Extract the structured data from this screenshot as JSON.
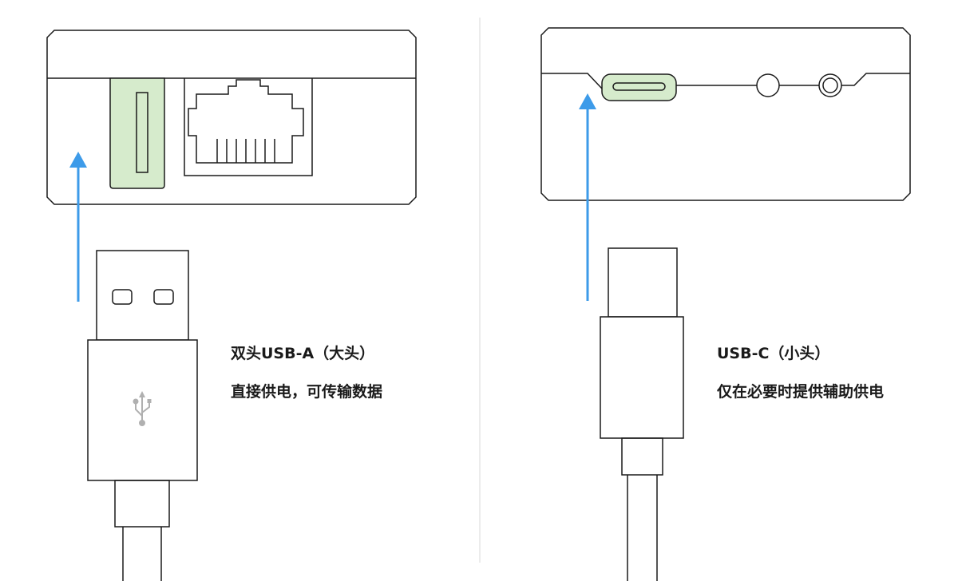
{
  "left_panel": {
    "title": "双头USB-A（大头）",
    "desc": "直接供电，可传输数据",
    "connector_icon": "usb-symbol-icon"
  },
  "right_panel": {
    "title": "USB-C（小头）",
    "desc": "仅在必要时提供辅助供电"
  },
  "colors": {
    "arrow": "#3d9be9",
    "port_highlight": "#d6ebcc",
    "outline": "#1a1a1a",
    "divider": "#e6e6e6",
    "usb_symbol": "#b0b0b0"
  }
}
